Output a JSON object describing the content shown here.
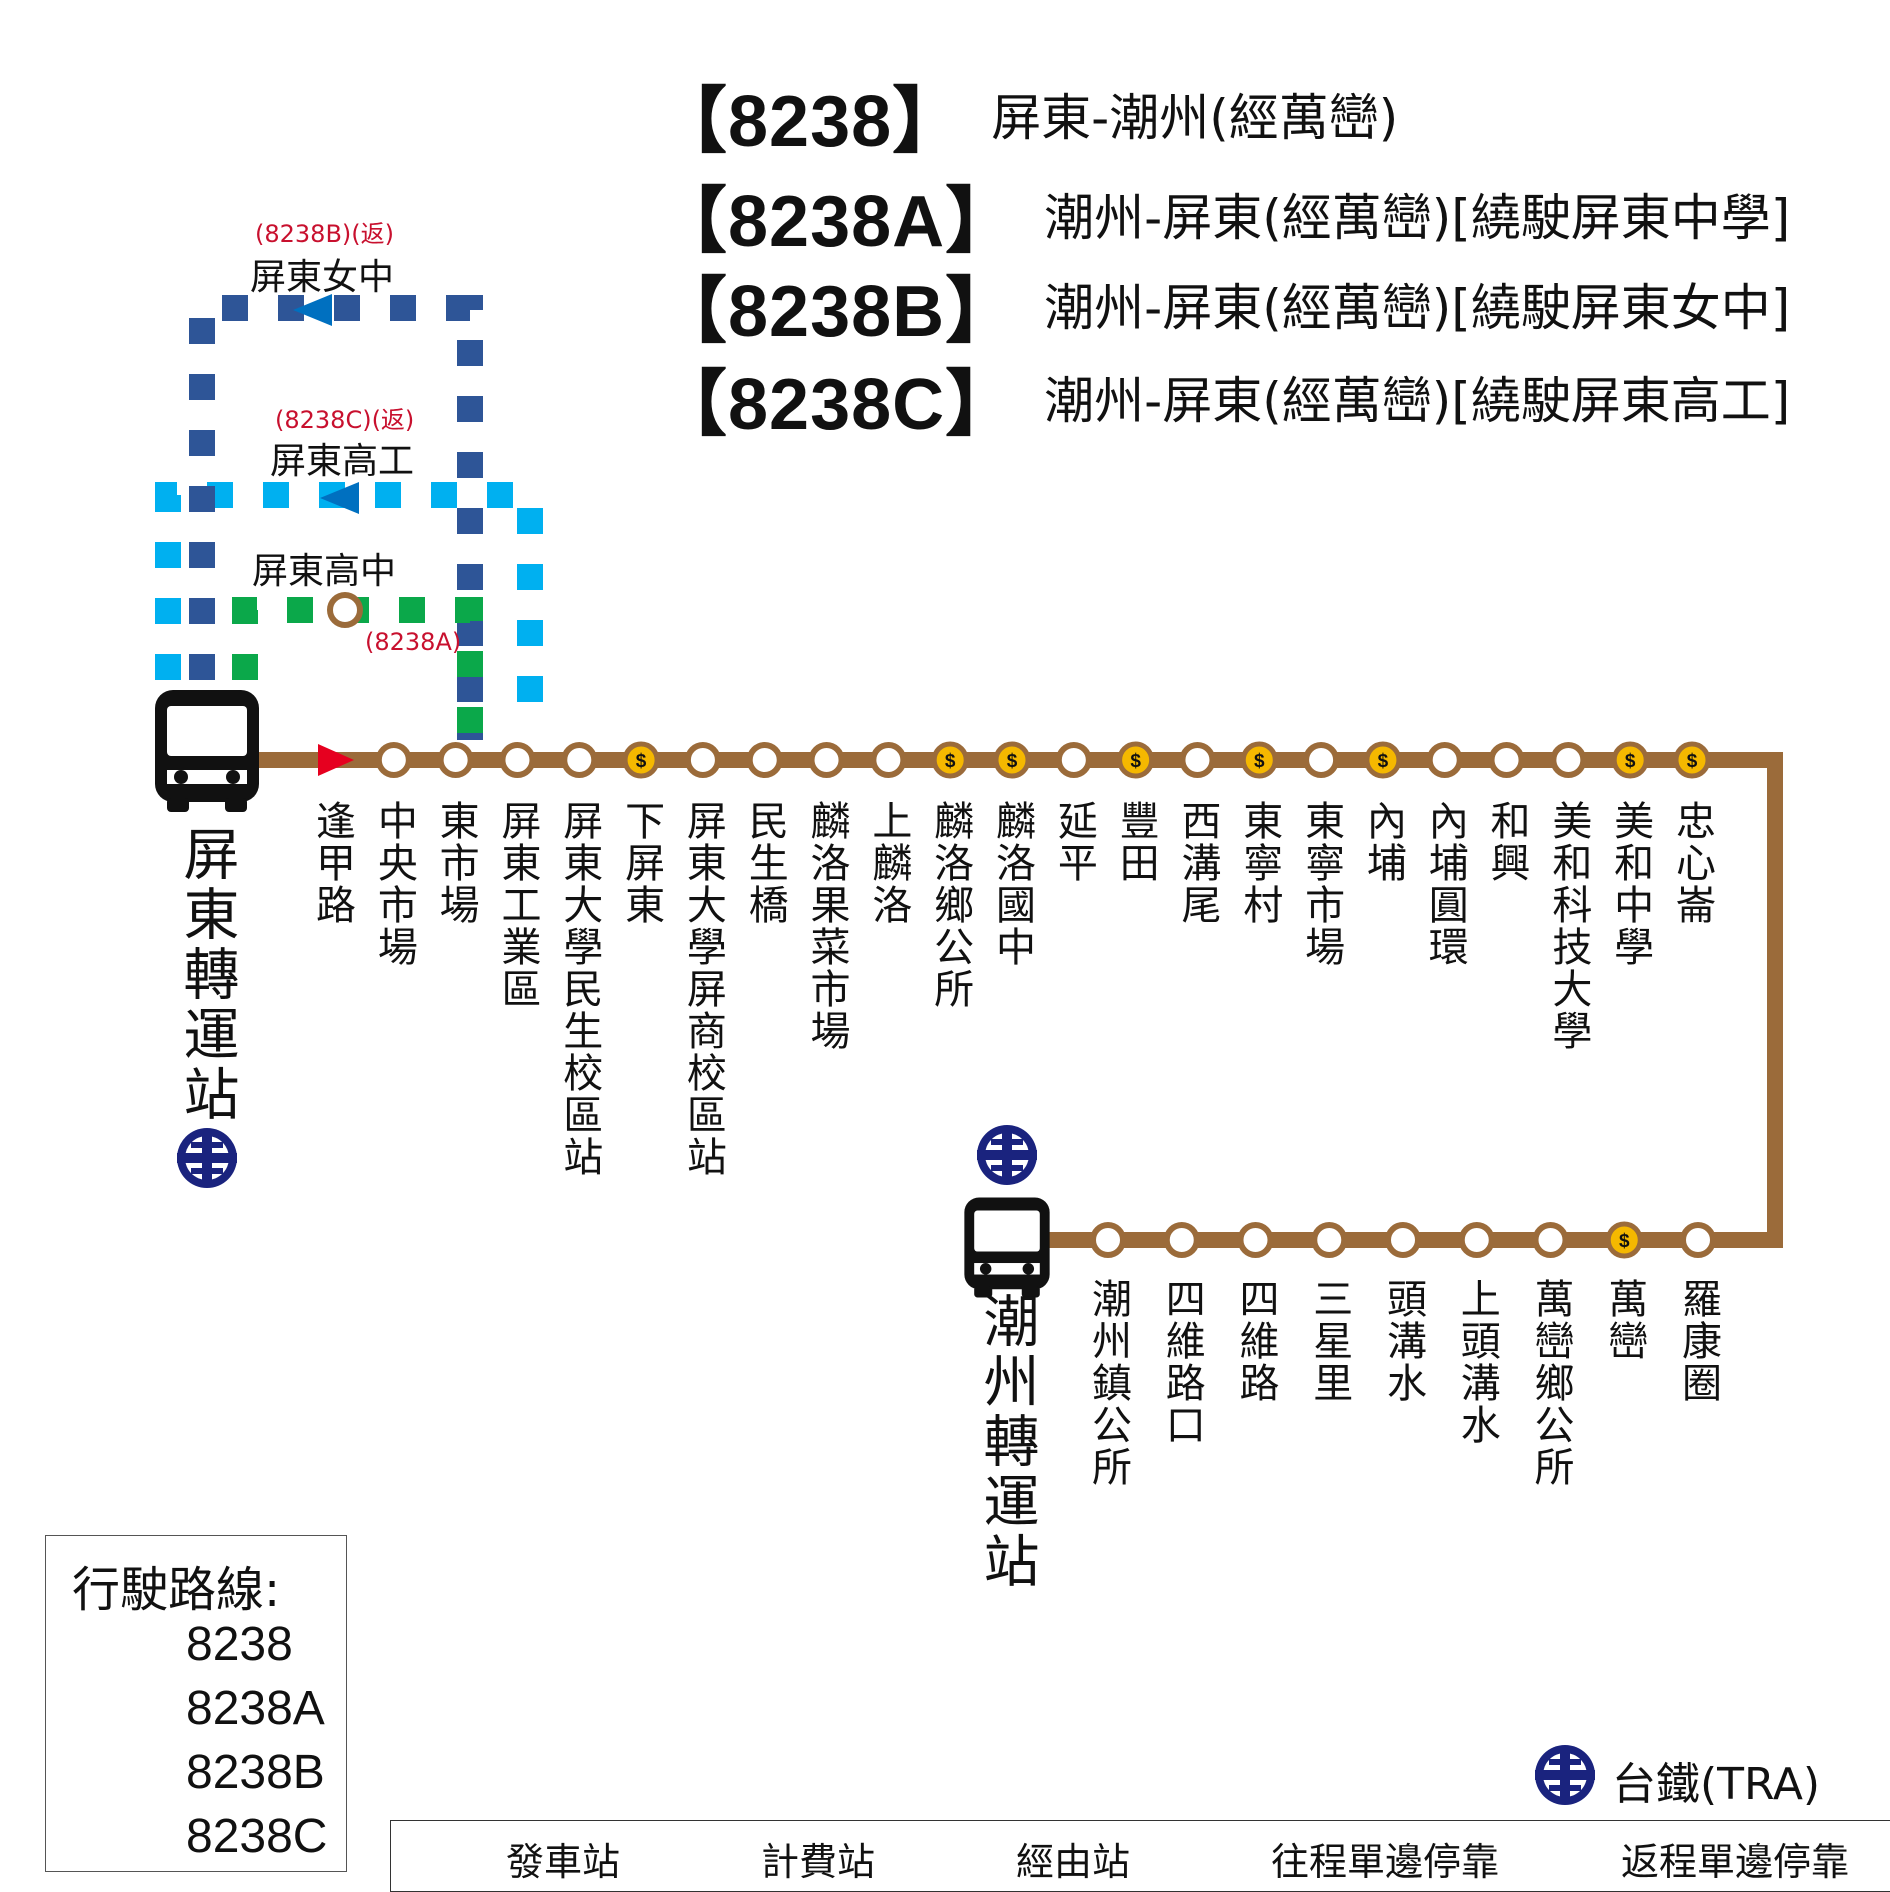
{
  "colors": {
    "main": "#9b6b3a",
    "route_a": "#0ba84a",
    "route_b": "#2e5597",
    "route_c": "#00b0f0",
    "accent_red": "#e6001f",
    "accent_blue": "#0070c0",
    "tra_navy": "#1a237e",
    "fare": "#f5b800"
  },
  "titles": [
    {
      "code": "【8238】",
      "desc": "屏東-潮州(經萬巒)"
    },
    {
      "code": "【8238A】",
      "desc": "潮州-屏東(經萬巒)[繞駛屏東中學]"
    },
    {
      "code": "【8238B】",
      "desc": "潮州-屏東(經萬巒)[繞駛屏東女中]"
    },
    {
      "code": "【8238C】",
      "desc": "潮州-屏東(經萬巒)[繞駛屏東高工]"
    }
  ],
  "terminals": {
    "start": "屏東轉運站",
    "end": "潮州轉運站"
  },
  "upper_stops": [
    {
      "name": "逢甲路",
      "marker": "arrow"
    },
    {
      "name": "中央市場",
      "marker": "stop"
    },
    {
      "name": "東市場",
      "marker": "stop"
    },
    {
      "name": "屏東工業區",
      "marker": "stop"
    },
    {
      "name": "屏東大學民生校區站",
      "marker": "stop"
    },
    {
      "name": "下屏東",
      "marker": "fare"
    },
    {
      "name": "屏東大學屏商校區站",
      "marker": "stop"
    },
    {
      "name": "民生橋",
      "marker": "stop"
    },
    {
      "name": "麟洛果菜市場",
      "marker": "stop"
    },
    {
      "name": "上麟洛",
      "marker": "stop"
    },
    {
      "name": "麟洛鄉公所",
      "marker": "fare"
    },
    {
      "name": "麟洛國中",
      "marker": "fare"
    },
    {
      "name": "延平",
      "marker": "stop"
    },
    {
      "name": "豐田",
      "marker": "fare"
    },
    {
      "name": "西溝尾",
      "marker": "stop"
    },
    {
      "name": "東寧村",
      "marker": "fare"
    },
    {
      "name": "東寧市場",
      "marker": "stop"
    },
    {
      "name": "內埔",
      "marker": "fare"
    },
    {
      "name": "內埔圓環",
      "marker": "stop"
    },
    {
      "name": "和興",
      "marker": "stop"
    },
    {
      "name": "美和科技大學",
      "marker": "stop"
    },
    {
      "name": "美和中學",
      "marker": "fare"
    },
    {
      "name": "忠心崙",
      "marker": "fare"
    }
  ],
  "lower_stops": [
    {
      "name": "潮州鎮公所",
      "marker": "stop"
    },
    {
      "name": "四維路口",
      "marker": "stop"
    },
    {
      "name": "四維路",
      "marker": "stop"
    },
    {
      "name": "三星里",
      "marker": "stop"
    },
    {
      "name": "頭溝水",
      "marker": "stop"
    },
    {
      "name": "上頭溝水",
      "marker": "stop"
    },
    {
      "name": "萬巒鄉公所",
      "marker": "stop"
    },
    {
      "name": "萬巒",
      "marker": "fare"
    },
    {
      "name": "羅康圈",
      "marker": "stop"
    }
  ],
  "branch": {
    "b_note": "(8238B)(返)",
    "b_stop": "屏東女中",
    "c_note": "(8238C)(返)",
    "c_stop": "屏東高工",
    "a_stop": "屏東高中",
    "a_note": "(8238A)"
  },
  "legend": {
    "title": "行駛路線:",
    "items": [
      {
        "label": "8238",
        "style": "solid",
        "color": "#9b6b3a"
      },
      {
        "label": "8238A",
        "style": "dashed",
        "color": "#0ba84a"
      },
      {
        "label": "8238B",
        "style": "dashed",
        "color": "#2e5597"
      },
      {
        "label": "8238C",
        "style": "dashed",
        "color": "#00b0f0"
      }
    ]
  },
  "tra_label": "台鐵(TRA)",
  "key": [
    {
      "icon": "bus-icon",
      "label": "發車站"
    },
    {
      "icon": "fare-stop-icon",
      "label": "計費站"
    },
    {
      "icon": "via-stop-icon",
      "label": "經由站"
    },
    {
      "icon": "outbound-arrow-icon",
      "label": "往程單邊停靠"
    },
    {
      "icon": "return-arrow-icon",
      "label": "返程單邊停靠"
    }
  ]
}
